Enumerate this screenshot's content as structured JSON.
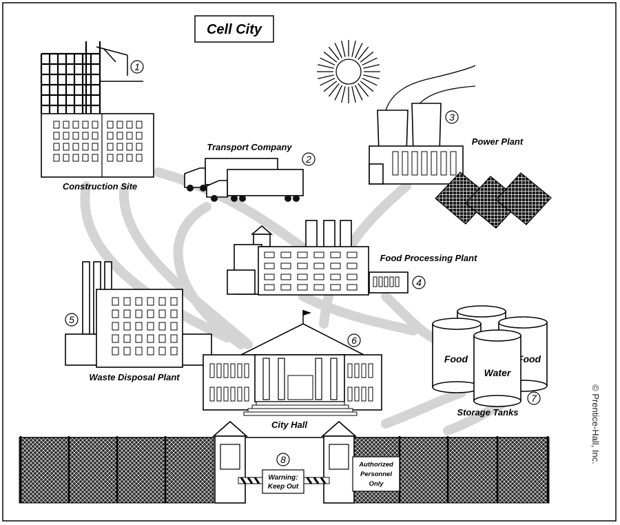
{
  "title": "Cell City",
  "labels": {
    "construction": "Construction Site",
    "transport": "Transport Company",
    "power": "Power Plant",
    "food_processing": "Food Processing Plant",
    "waste": "Waste Disposal Plant",
    "city_hall": "City Hall",
    "storage": "Storage Tanks"
  },
  "numbers": {
    "n1": "1",
    "n2": "2",
    "n3": "3",
    "n4": "4",
    "n5": "5",
    "n6": "6",
    "n7": "7",
    "n8": "8"
  },
  "tanks": {
    "food_1": "Food",
    "food_2": "Food",
    "water": "Water"
  },
  "signs": {
    "warning_line1": "Warning:",
    "warning_line2": "Keep Out",
    "auth_line1": "Authorized",
    "auth_line2": "Personnel",
    "auth_line3": "Only"
  },
  "copyright": "© Prentice-Hall, Inc."
}
